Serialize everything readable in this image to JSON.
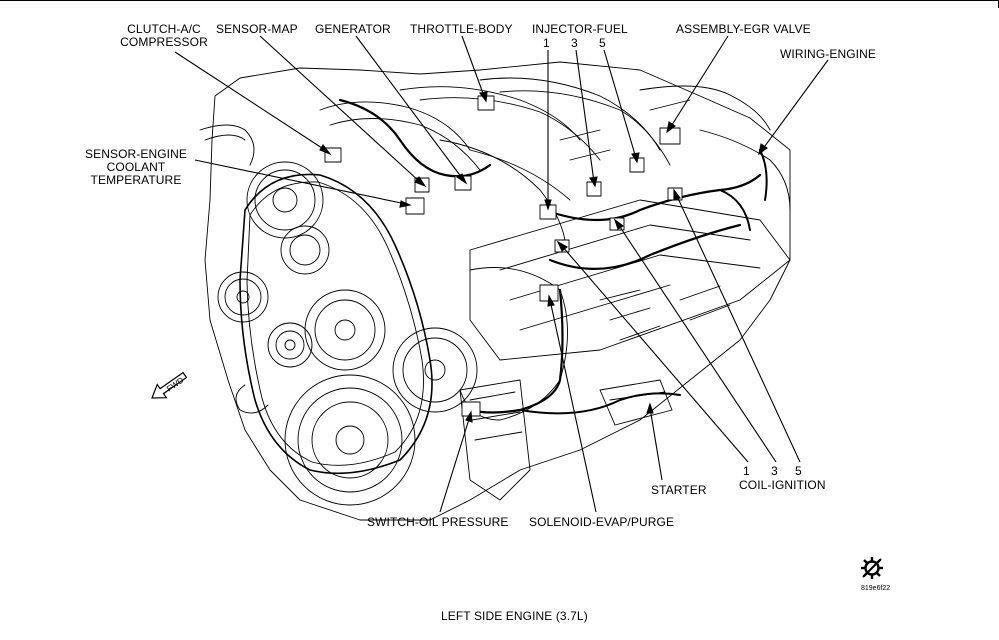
{
  "caption": "LEFT SIDE ENGINE (3.7L)",
  "figure_code": "819e6f22",
  "fwd_marker": "FWD",
  "labels": {
    "clutch_ac": [
      "CLUTCH-A/C",
      "COMPRESSOR"
    ],
    "sensor_map": "SENSOR-MAP",
    "generator": "GENERATOR",
    "throttle_body": "THROTTLE-BODY",
    "injector_fuel": "INJECTOR-FUEL",
    "injector_numbers": [
      "1",
      "3",
      "5"
    ],
    "egr_valve": "ASSEMBLY-EGR VALVE",
    "wiring_engine": "WIRING-ENGINE",
    "coolant_sensor": [
      "SENSOR-ENGINE",
      "COOLANT",
      "TEMPERATURE"
    ],
    "starter": "STARTER",
    "coil_numbers": [
      "1",
      "3",
      "5"
    ],
    "coil_ignition": "COIL-IGNITION",
    "oil_pressure": "SWITCH-OIL PRESSURE",
    "evap_purge": "SOLENOID-EVAP/PURGE"
  },
  "icons": {
    "gear": "gear-icon",
    "fwd_arrow": "fwd-arrow-icon"
  }
}
